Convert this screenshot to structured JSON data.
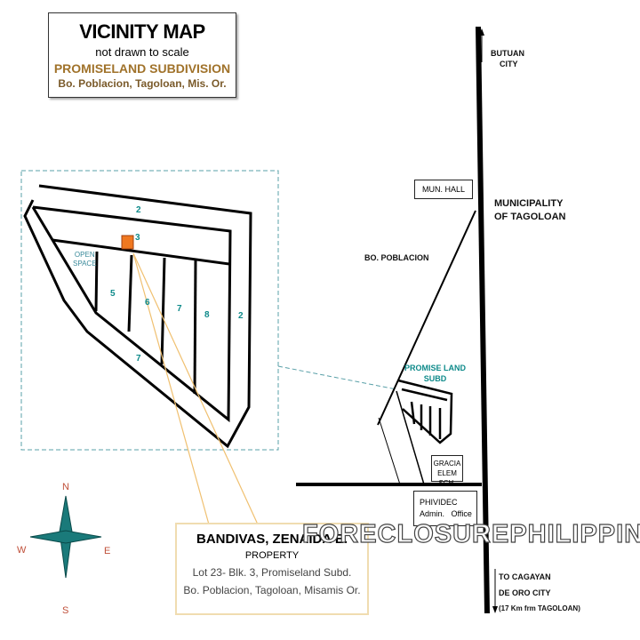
{
  "title": {
    "heading": "VICINITY MAP",
    "scale_note": "not drawn to scale",
    "subdivision": "PROMISELAND SUBDIVISION",
    "location": "Bo. Poblacion, Tagoloan, Mis. Or."
  },
  "detail_map": {
    "block_labels": [
      "2",
      "3",
      "5",
      "6",
      "7",
      "8",
      "2",
      "7"
    ],
    "open_space": [
      "OPEN",
      "SPACE"
    ]
  },
  "vicinity": {
    "north_road": [
      "BUTUAN",
      "CITY"
    ],
    "mun_hall": "MUN. HALL",
    "municipality": [
      "MUNICIPALITY",
      "OF TAGOLOAN"
    ],
    "barangay": "BO. POBLACION",
    "subd": [
      "PROMISE LAND",
      "SUBD"
    ],
    "school": [
      "GRACIA",
      "ELEM SCH."
    ],
    "phividec": [
      "PHIVIDEC",
      "Admin.   Office"
    ],
    "south_road": [
      "TO CAGAYAN",
      "DE ORO CITY",
      "(17 Km frm TAGOLOAN)"
    ]
  },
  "property": {
    "owner": "BANDIVAS, ZENAIDA E.",
    "type": "PROPERTY",
    "lot": "Lot 23- Blk. 3, Promiseland Subd.",
    "address": "Bo. Poblacion, Tagoloan, Misamis Or."
  },
  "compass": {
    "n": "N",
    "e": "E",
    "s": "S",
    "w": "W"
  },
  "watermark": "FORECLOSUREPHILIPPINES.COM",
  "colors": {
    "lot_marker": "#f07820",
    "teal": "#0e8a8a",
    "compass": "#1a7a7a",
    "leader": "#f0c070"
  }
}
